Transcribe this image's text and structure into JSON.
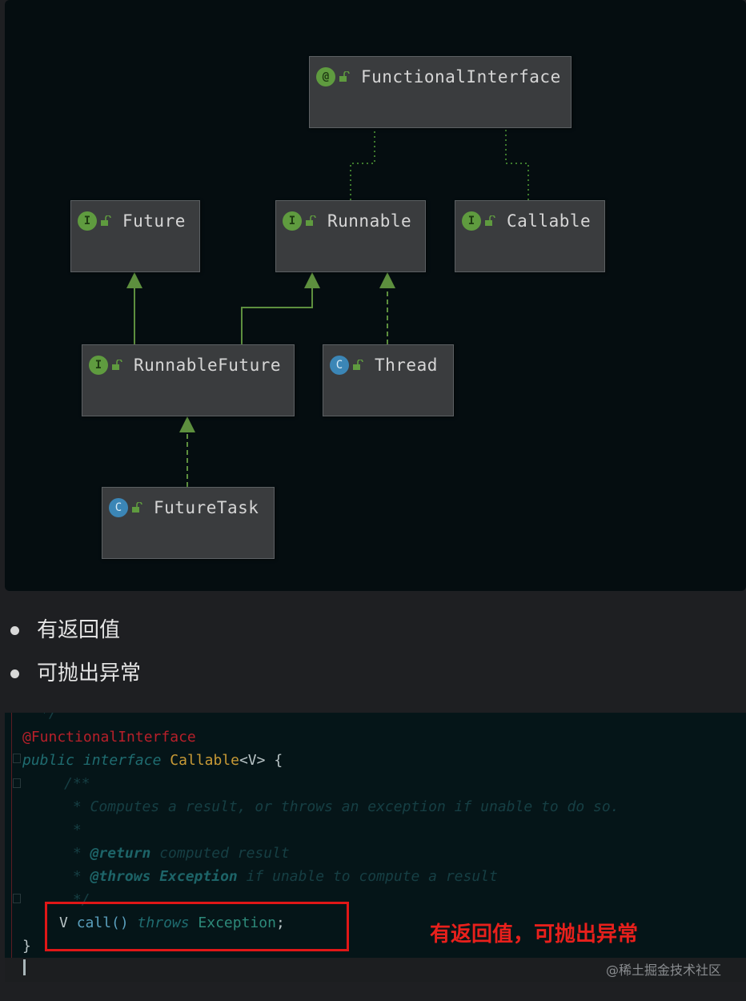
{
  "diagram": {
    "nodes": [
      {
        "id": "functional-interface",
        "kind": "annotation",
        "badge": "@",
        "name": "FunctionalInterface"
      },
      {
        "id": "future",
        "kind": "interface",
        "badge": "I",
        "name": "Future"
      },
      {
        "id": "runnable",
        "kind": "interface",
        "badge": "I",
        "name": "Runnable"
      },
      {
        "id": "callable",
        "kind": "interface",
        "badge": "I",
        "name": "Callable"
      },
      {
        "id": "runnable-future",
        "kind": "interface",
        "badge": "I",
        "name": "RunnableFuture"
      },
      {
        "id": "thread",
        "kind": "class",
        "badge": "C",
        "name": "Thread"
      },
      {
        "id": "future-task",
        "kind": "class",
        "badge": "C",
        "name": "FutureTask"
      }
    ],
    "edges": [
      {
        "from": "runnable",
        "to": "functional-interface",
        "style": "dotted"
      },
      {
        "from": "callable",
        "to": "functional-interface",
        "style": "dotted"
      },
      {
        "from": "runnable-future",
        "to": "future",
        "style": "solid"
      },
      {
        "from": "runnable-future",
        "to": "runnable",
        "style": "solid"
      },
      {
        "from": "thread",
        "to": "runnable",
        "style": "dashed"
      },
      {
        "from": "future-task",
        "to": "runnable-future",
        "style": "dashed"
      }
    ],
    "colors": {
      "edge": "#5d8f3e",
      "dotted": "#3e7a2d"
    }
  },
  "bullets": [
    "有返回值",
    "可抛出异常"
  ],
  "code": {
    "comment_close_top": "*/",
    "annotation": "@FunctionalInterface",
    "decl_public": "public",
    "decl_interface": "interface",
    "decl_name": "Callable",
    "decl_generic": "<V>",
    "decl_brace": " {",
    "doc_open": "/**",
    "doc_line1": " * Computes a result, or throws an exception if unable to do so.",
    "doc_star": " *",
    "doc_return_prefix": " * ",
    "doc_return_tag": "@return",
    "doc_return_text": " computed result",
    "doc_throws_prefix": " * ",
    "doc_throws_tag": "@throws",
    "doc_throws_type": " Exception",
    "doc_throws_text": " if unable to compute a result",
    "doc_close": " */",
    "method_return": "V ",
    "method_name": "call()",
    "method_throws": " throws",
    "method_exception": " Exception",
    "method_semicolon": ";",
    "closing_brace": "}"
  },
  "annotation_note": "有返回值，可抛出异常",
  "watermark": "@稀土掘金技术社区"
}
